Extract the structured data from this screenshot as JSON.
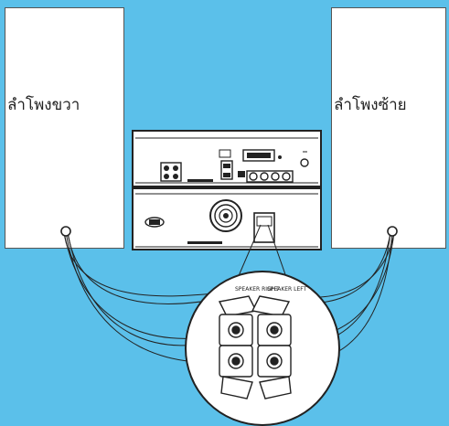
{
  "speakers": {
    "right_label": "ลำโพงขวา",
    "left_label": "ลำโพงซ้าย"
  },
  "terminals": {
    "right_label": "SPEAKER RIGHT",
    "left_label": "SPEAKER LEFT"
  },
  "colors": {
    "background": "#5bc0ea",
    "speaker_box": "#ffffff",
    "unit_fill": "#ffffff",
    "line": "#222222"
  }
}
